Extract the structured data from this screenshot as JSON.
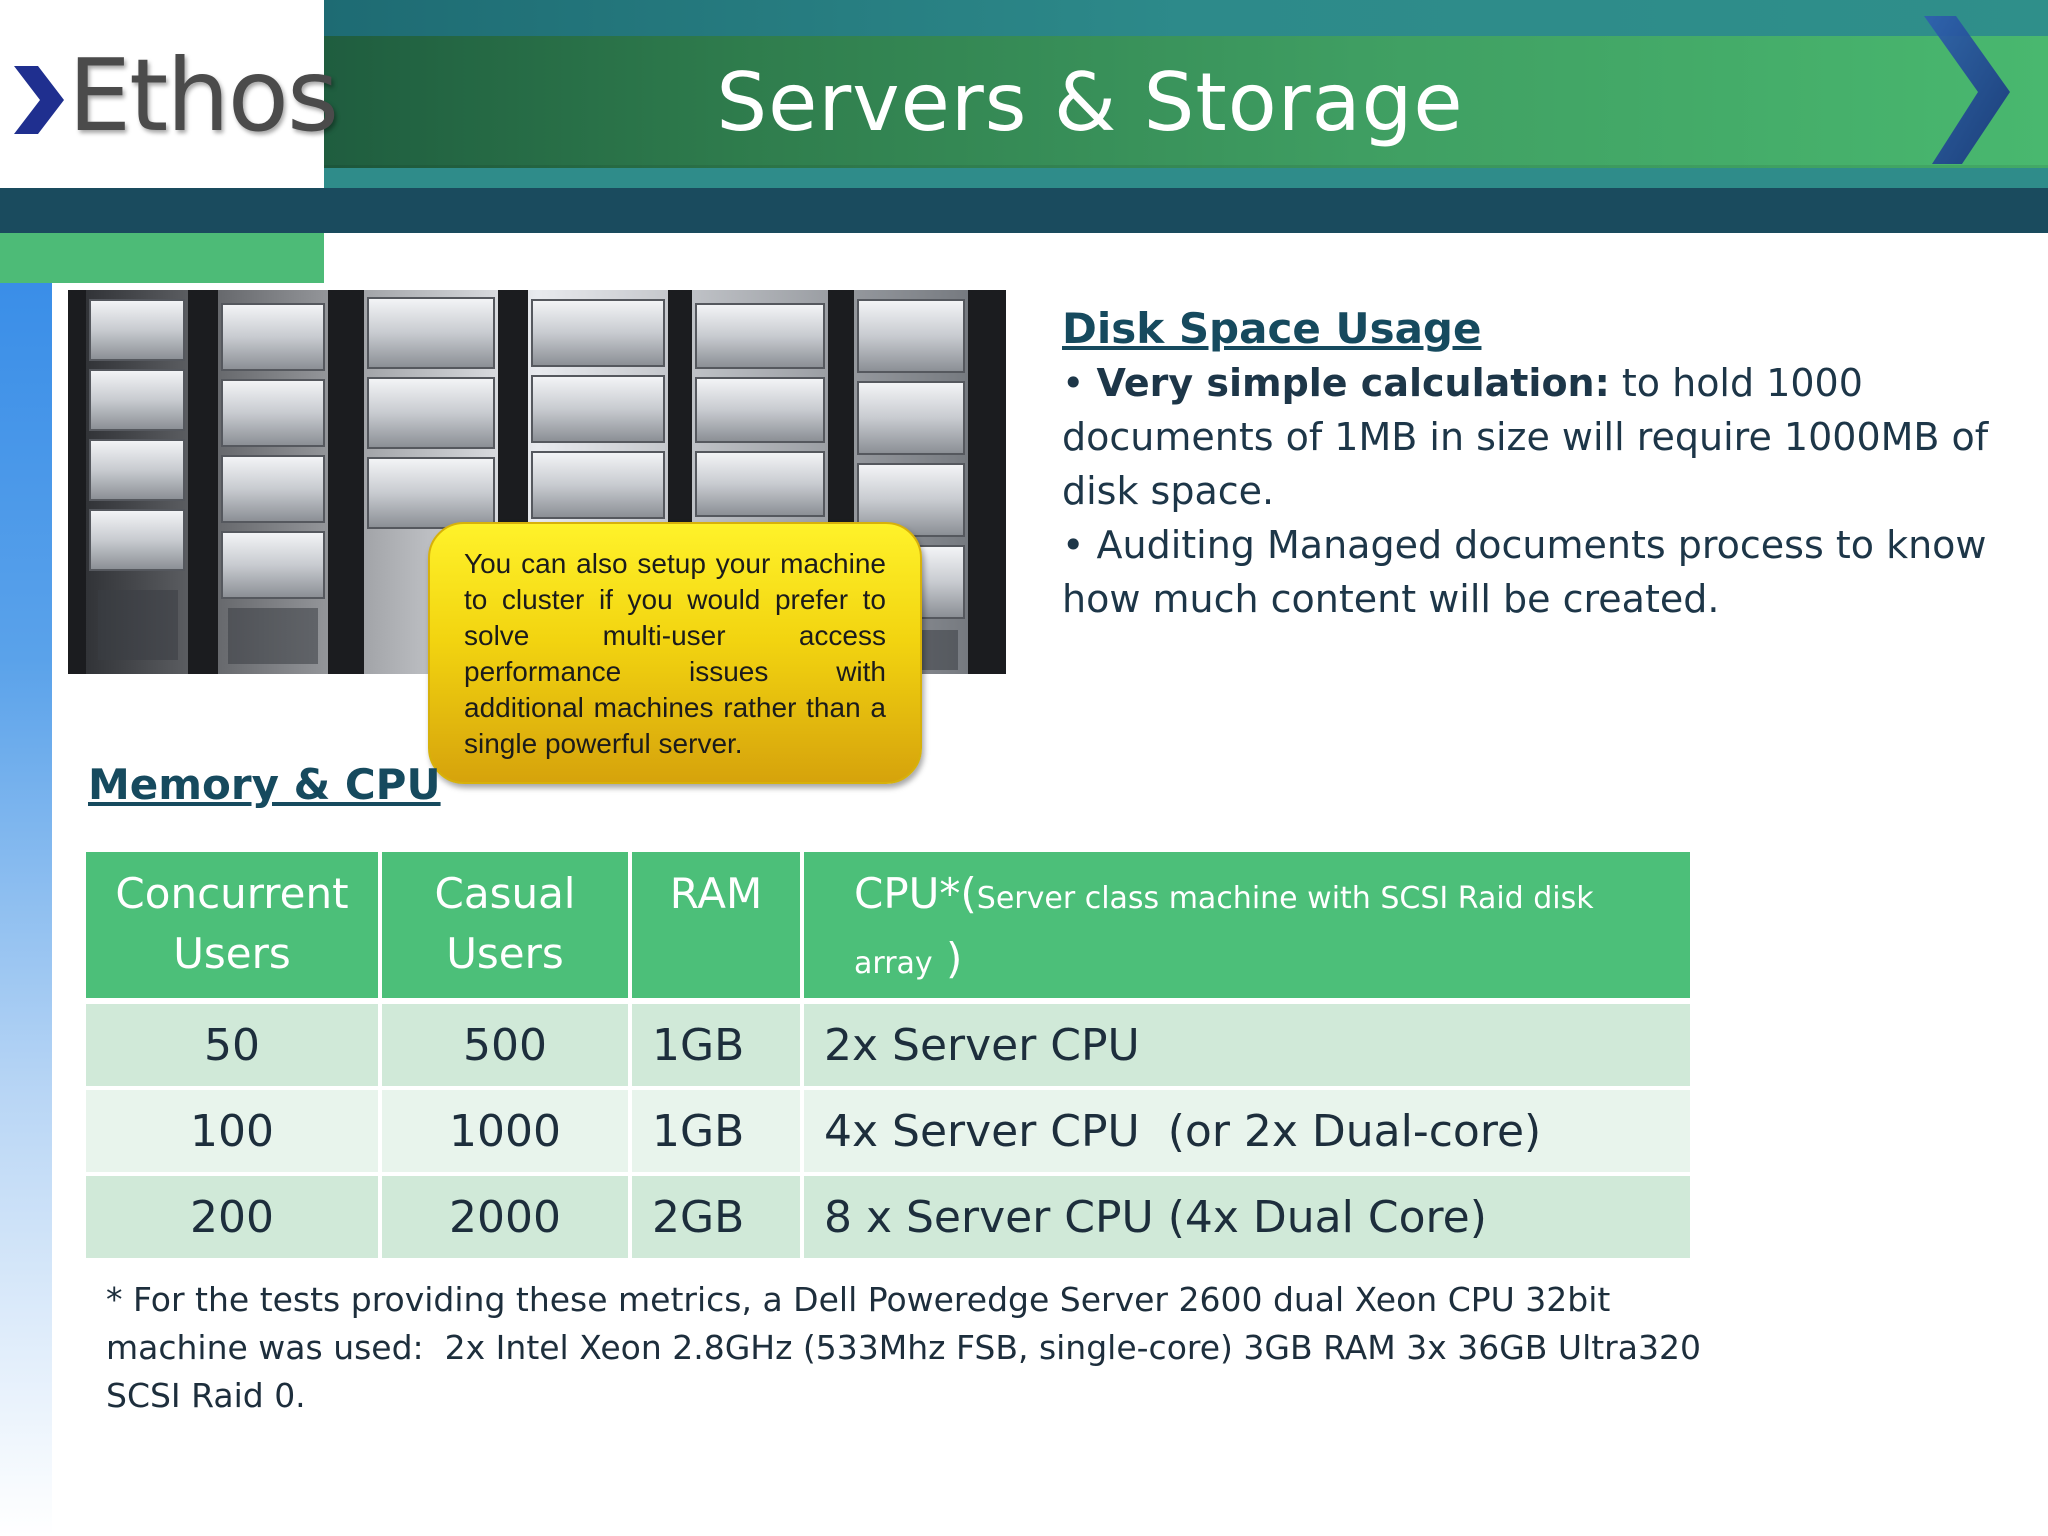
{
  "header": {
    "logo_text": "Ethos",
    "title": "Servers & Storage"
  },
  "colors": {
    "title_bar": "#3f9e62",
    "accent_green": "#4cbf79",
    "navy_band": "#1a4b5e",
    "heading_text": "#164a5e",
    "callout_yellow": "#f2d410",
    "row_odd": "#d0e9d8",
    "row_even": "#e8f4ec"
  },
  "image": {
    "description_icon": "server-rack-photo"
  },
  "callout": {
    "text": "You can also setup your machine to cluster if you would prefer to solve multi-user access performance issues with additional machines rather than a single powerful server."
  },
  "disk_space": {
    "heading": "Disk Space Usage",
    "bullet1_bold": "Very simple calculation:",
    "bullet1_rest": " to hold 1000 documents of 1MB in size will require 1000MB of disk space.",
    "bullet2": "Auditing Managed documents process to know how much content will be created."
  },
  "memory_cpu": {
    "heading": "Memory & CPU",
    "columns": {
      "concurrent_users": "Concurrent Users",
      "casual_users": "Casual Users",
      "ram": "RAM",
      "cpu_prefix": "CPU*(",
      "cpu_note": "Server class machine with SCSI Raid disk array",
      "cpu_suffix": ")"
    },
    "rows": [
      {
        "concurrent": "50",
        "casual": "500",
        "ram": "1GB",
        "cpu": "2x Server CPU"
      },
      {
        "concurrent": "100",
        "casual": "1000",
        "ram": "1GB",
        "cpu": "4x Server CPU  (or 2x Dual-core)"
      },
      {
        "concurrent": "200",
        "casual": "2000",
        "ram": "2GB",
        "cpu": "8 x Server CPU (4x Dual Core)"
      }
    ],
    "footnote": "* For the tests providing these metrics, a Dell Poweredge Server 2600 dual Xeon CPU 32bit machine was used:  2x Intel Xeon 2.8GHz (533Mhz FSB, single-core) 3GB RAM 3x 36GB Ultra320 SCSI Raid 0."
  }
}
